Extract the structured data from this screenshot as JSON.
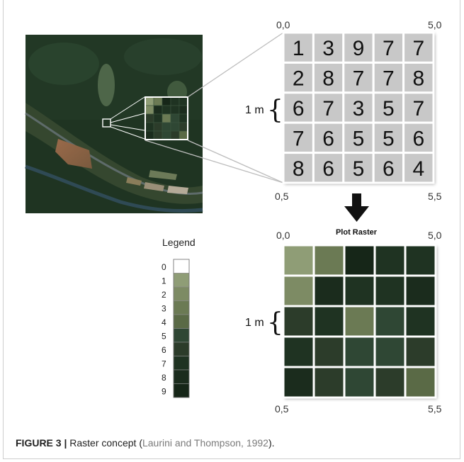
{
  "raster_grid": {
    "values": [
      [
        1,
        3,
        9,
        7,
        7
      ],
      [
        2,
        8,
        7,
        7,
        8
      ],
      [
        6,
        7,
        3,
        5,
        7
      ],
      [
        7,
        6,
        5,
        5,
        6
      ],
      [
        8,
        6,
        5,
        6,
        4
      ]
    ],
    "corner_labels": {
      "top_left": "0,0",
      "top_right": "5,0",
      "bottom_left": "0,5",
      "bottom_right": "5,5"
    },
    "cell_size_label": "1 m"
  },
  "plot_raster": {
    "title": "Plot Raster",
    "corner_labels": {
      "top_left": "0,0",
      "top_right": "5,0",
      "bottom_left": "0,5",
      "bottom_right": "5,5"
    },
    "cell_size_label": "1 m"
  },
  "legend": {
    "title": "Legend",
    "classes": [
      {
        "label": "0",
        "color": "#ffffff"
      },
      {
        "label": "1",
        "color": "#8f9d76"
      },
      {
        "label": "2",
        "color": "#7d8b64"
      },
      {
        "label": "3",
        "color": "#6b7a54"
      },
      {
        "label": "4",
        "color": "#5a6a46"
      },
      {
        "label": "5",
        "color": "#2f4734"
      },
      {
        "label": "6",
        "color": "#2c3c2a"
      },
      {
        "label": "7",
        "color": "#1f3322"
      },
      {
        "label": "8",
        "color": "#1b2c1d"
      },
      {
        "label": "9",
        "color": "#162618"
      }
    ]
  },
  "caption": {
    "label": "FIGURE 3 |",
    "text": " Raster concept (",
    "reference": "Laurini and Thompson, 1992",
    "end": ")."
  }
}
